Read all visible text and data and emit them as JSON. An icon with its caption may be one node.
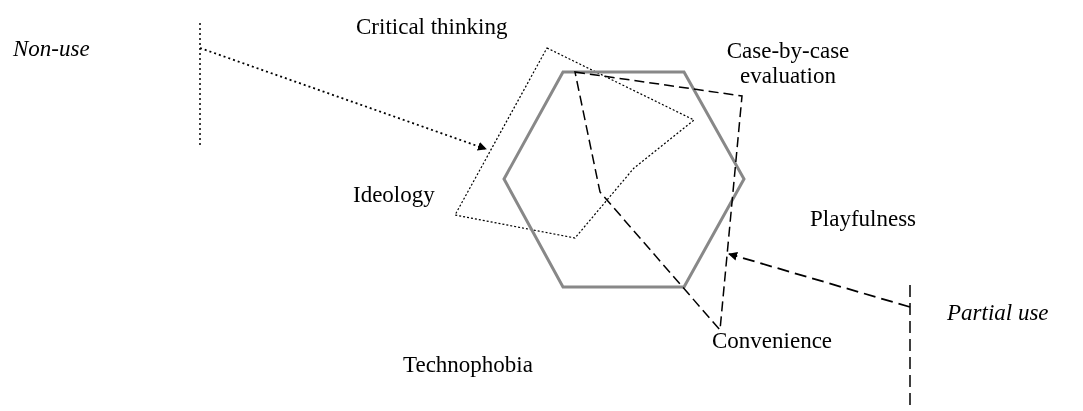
{
  "diagram": {
    "nodes": [
      {
        "text": [
          "Non-use"
        ]
      },
      {
        "text": [],
        "shape": "bar"
      },
      {
        "text": [],
        "shape": "polygon"
      },
      {
        "text": [],
        "shape": "hexagon"
      },
      {
        "text": [],
        "shape": "polygon"
      },
      {
        "text": [],
        "shape": "bar"
      },
      {
        "text": [
          "Partial use"
        ]
      }
    ],
    "edges": [
      {
        "from": 1,
        "to": 2,
        "arrow": "to"
      },
      {
        "from": 5,
        "to": 4,
        "arrow": "to",
        "style": "dashed"
      }
    ],
    "labels": [
      "Critical thinking",
      "Case-by-case evaluation",
      "Ideology",
      "Playfulness",
      "Convenience",
      "Technophobia"
    ]
  }
}
